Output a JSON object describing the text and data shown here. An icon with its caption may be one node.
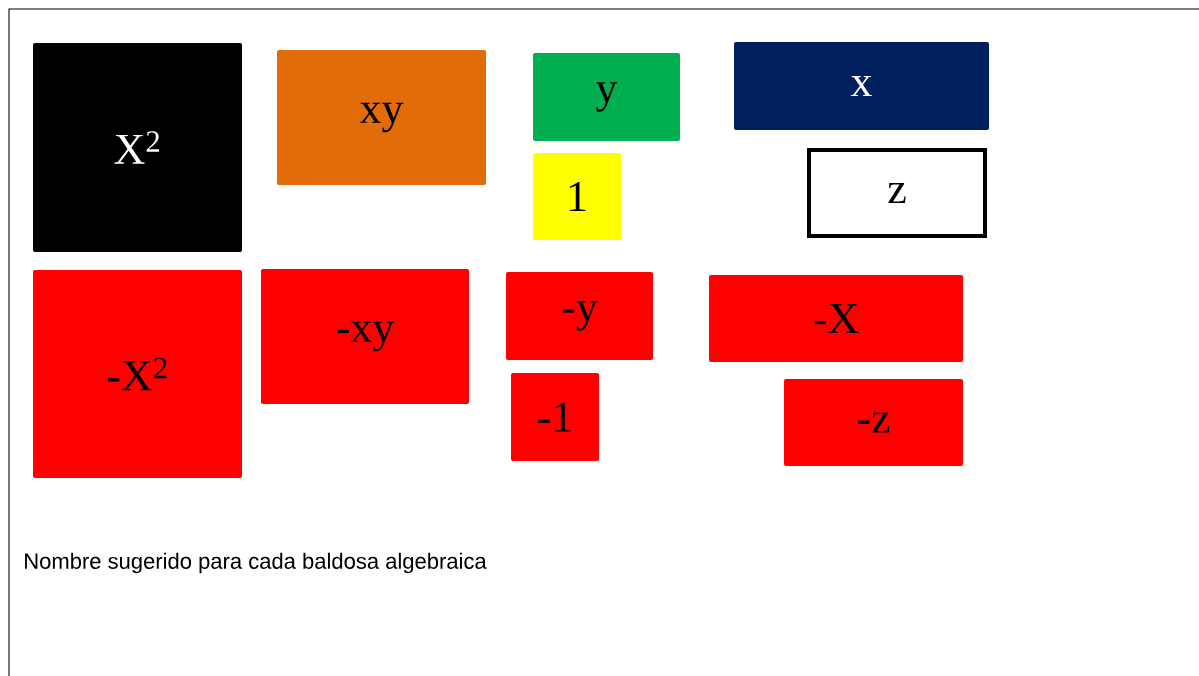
{
  "diagram": {
    "caption": "Nombre sugerido para cada baldosa algebraica",
    "nodes": [
      {
        "text": [
          "X$^{2}$"
        ]
      },
      {
        "text": [
          "xy"
        ]
      },
      {
        "text": [
          "y"
        ]
      },
      {
        "text": [
          "x"
        ]
      },
      {
        "text": [
          "1"
        ]
      },
      {
        "text": [
          "z"
        ]
      },
      {
        "text": [
          "-X$^{2}$"
        ]
      },
      {
        "text": [
          "-xy"
        ]
      },
      {
        "text": [
          "-y"
        ]
      },
      {
        "text": [
          "-X"
        ]
      },
      {
        "text": [
          "-1"
        ]
      },
      {
        "text": [
          "-z"
        ]
      }
    ]
  }
}
